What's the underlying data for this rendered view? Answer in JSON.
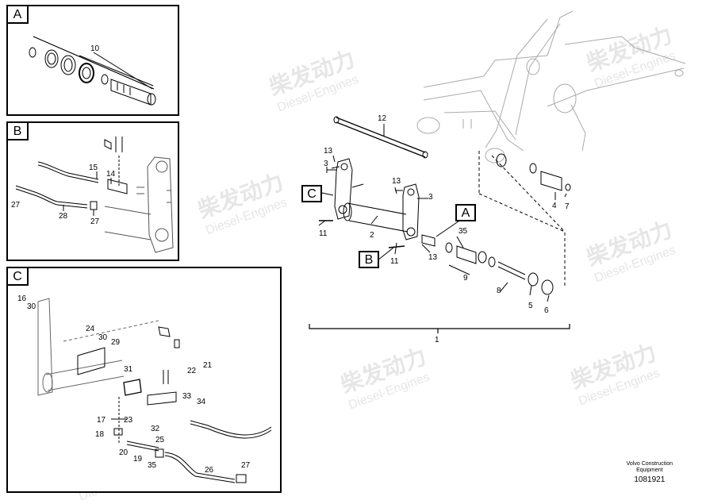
{
  "panels": {
    "a": {
      "letter": "A"
    },
    "b": {
      "letter": "B"
    },
    "c": {
      "letter": "C"
    }
  },
  "callouts": {
    "a": "A",
    "b": "B",
    "c": "C"
  },
  "labels": {
    "pa_10": "10",
    "pb_15": "15",
    "pb_14": "14",
    "pb_27a": "27",
    "pb_28": "28",
    "pb_27b": "27",
    "pc_16": "16",
    "pc_30a": "30",
    "pc_24": "24",
    "pc_30b": "30",
    "pc_29": "29",
    "pc_31": "31",
    "pc_22": "22",
    "pc_21": "21",
    "pc_33": "33",
    "pc_34": "34",
    "pc_17": "17",
    "pc_23": "23",
    "pc_18": "18",
    "pc_32": "32",
    "pc_25": "25",
    "pc_20": "20",
    "pc_19": "19",
    "pc_35": "35",
    "pc_26": "26",
    "pc_27": "27",
    "m_12": "12",
    "m_13a": "13",
    "m_3a": "3",
    "m_13b": "13",
    "m_3b": "3",
    "m_11a": "11",
    "m_2": "2",
    "m_11b": "11",
    "m_13c": "13",
    "m_35": "35",
    "m_9": "9",
    "m_8": "8",
    "m_5": "5",
    "m_6": "6",
    "m_4": "4",
    "m_7": "7",
    "m_1": "1"
  },
  "watermark": {
    "brand": "柴发动力",
    "sub": "Diesel-Engines"
  },
  "footer": {
    "line1": "Volvo Construction",
    "line2": "Equipment",
    "number": "1081921"
  }
}
